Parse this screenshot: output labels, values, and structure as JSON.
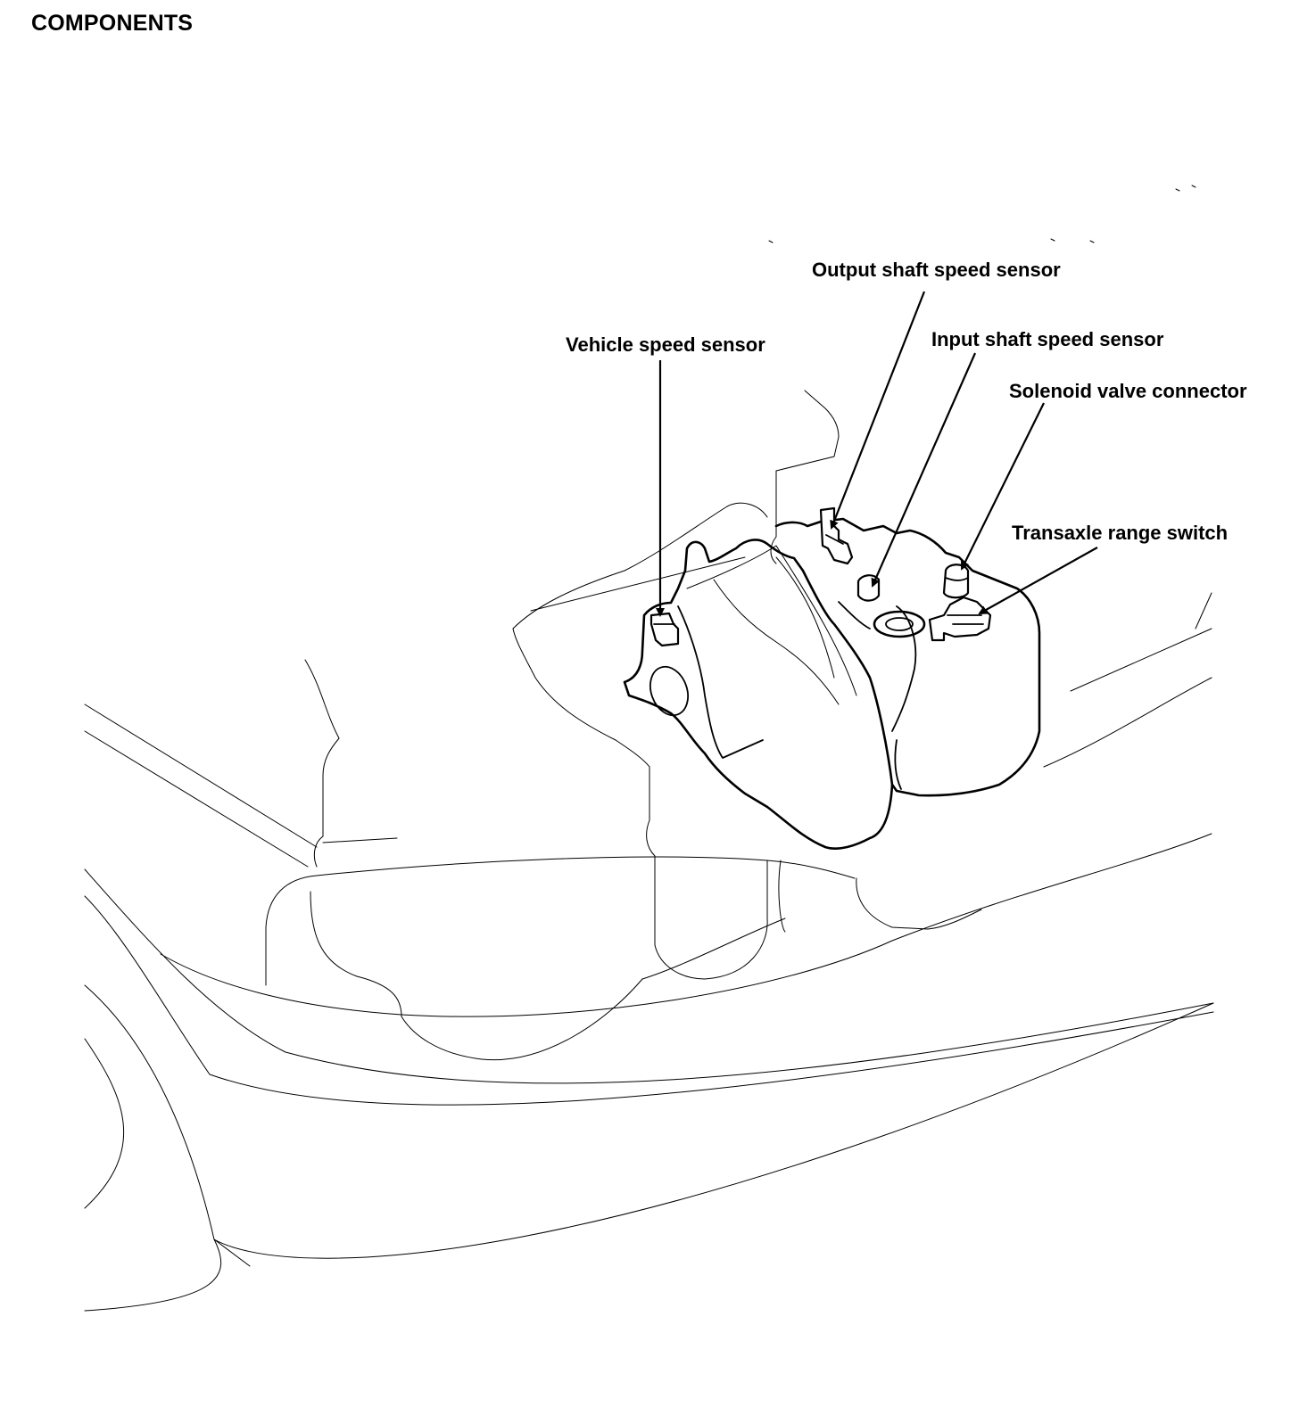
{
  "header": {
    "title": "COMPONENTS"
  },
  "labels": {
    "output_shaft_speed_sensor": "Output shaft speed sensor",
    "input_shaft_speed_sensor": "Input shaft speed sensor",
    "vehicle_speed_sensor": "Vehicle speed sensor",
    "solenoid_valve_connector": "Solenoid valve connector",
    "transaxle_range_switch": "Transaxle range switch"
  }
}
